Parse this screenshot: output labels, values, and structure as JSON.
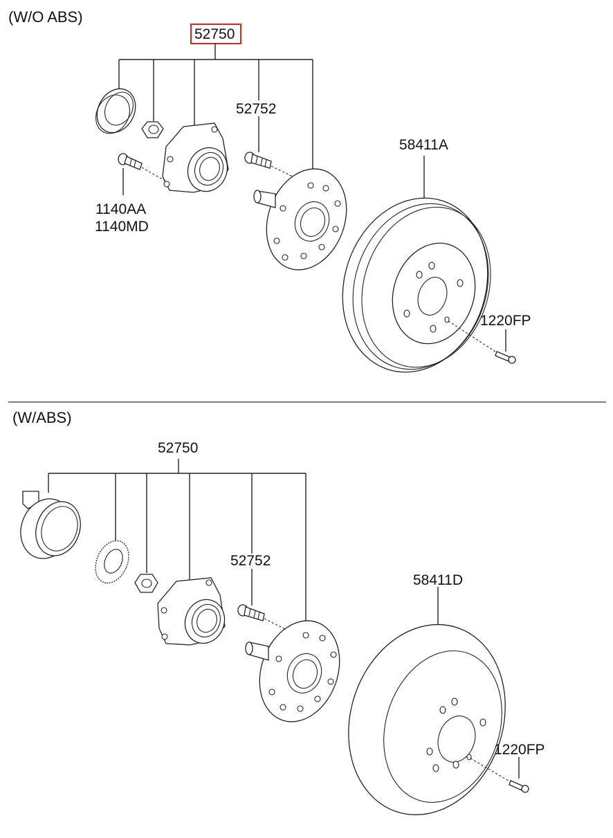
{
  "sections": {
    "without_abs": {
      "title": "(W/O ABS)",
      "hub_assembly": "52750",
      "hub_bolt": "52752",
      "bolt_a": "1140AA",
      "bolt_b": "1140MD",
      "drum": "58411A",
      "screw": "1220FP"
    },
    "with_abs": {
      "title": "(W/ABS)",
      "hub_assembly": "52750",
      "hub_bolt": "52752",
      "disc": "58411D",
      "screw": "1220FP"
    }
  },
  "highlight_color": "#e0241b"
}
